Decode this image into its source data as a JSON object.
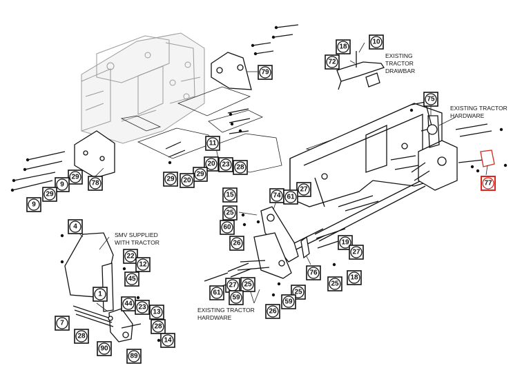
{
  "notes": {
    "smv": [
      "SMV SUPPLIED",
      "WITH TRACTOR"
    ],
    "hardware_right": [
      "EXISTING TRACTOR",
      "HARDWARE"
    ],
    "hardware_bottom": [
      "EXISTING TRACTOR",
      "HARDWARE"
    ],
    "drawbar": [
      "EXISTING",
      "TRACTOR",
      "DRAWBAR"
    ]
  },
  "callouts": [
    {
      "id": "c79",
      "label": "79"
    },
    {
      "id": "c18a",
      "label": "18"
    },
    {
      "id": "c10",
      "label": "10"
    },
    {
      "id": "c72",
      "label": "72"
    },
    {
      "id": "c75",
      "label": "75"
    },
    {
      "id": "c77",
      "label": "77",
      "highlight": true
    },
    {
      "id": "c78",
      "label": "78"
    },
    {
      "id": "c29a",
      "label": "29"
    },
    {
      "id": "c9a",
      "label": "9"
    },
    {
      "id": "c29b",
      "label": "29"
    },
    {
      "id": "c9b",
      "label": "9"
    },
    {
      "id": "c29c",
      "label": "29"
    },
    {
      "id": "c20a",
      "label": "20"
    },
    {
      "id": "c29d",
      "label": "29"
    },
    {
      "id": "c20b",
      "label": "20"
    },
    {
      "id": "c11",
      "label": "11"
    },
    {
      "id": "c23",
      "label": "23"
    },
    {
      "id": "c28a",
      "label": "28"
    },
    {
      "id": "c74",
      "label": "74"
    },
    {
      "id": "c27a",
      "label": "27"
    },
    {
      "id": "c15",
      "label": "15"
    },
    {
      "id": "c61a",
      "label": "61"
    },
    {
      "id": "c25a",
      "label": "25"
    },
    {
      "id": "c60",
      "label": "60"
    },
    {
      "id": "c26a",
      "label": "26"
    },
    {
      "id": "c19",
      "label": "19"
    },
    {
      "id": "c27b",
      "label": "27"
    },
    {
      "id": "c76",
      "label": "76"
    },
    {
      "id": "c25b",
      "label": "25"
    },
    {
      "id": "c18b",
      "label": "18"
    },
    {
      "id": "c61b",
      "label": "61"
    },
    {
      "id": "c27c",
      "label": "27"
    },
    {
      "id": "c25c",
      "label": "25"
    },
    {
      "id": "c59a",
      "label": "59"
    },
    {
      "id": "c25d",
      "label": "25"
    },
    {
      "id": "c59b",
      "label": "59"
    },
    {
      "id": "c26b",
      "label": "26"
    },
    {
      "id": "c4",
      "label": "4"
    },
    {
      "id": "c22",
      "label": "22"
    },
    {
      "id": "c12",
      "label": "12"
    },
    {
      "id": "c45",
      "label": "45"
    },
    {
      "id": "c1",
      "label": "1"
    },
    {
      "id": "c44",
      "label": "44"
    },
    {
      "id": "c23b",
      "label": "23"
    },
    {
      "id": "c13",
      "label": "13"
    },
    {
      "id": "c7",
      "label": "7"
    },
    {
      "id": "c28b",
      "label": "28"
    },
    {
      "id": "c28c",
      "label": "28"
    },
    {
      "id": "c14",
      "label": "14"
    },
    {
      "id": "c90",
      "label": "90"
    },
    {
      "id": "c89",
      "label": "89"
    }
  ]
}
